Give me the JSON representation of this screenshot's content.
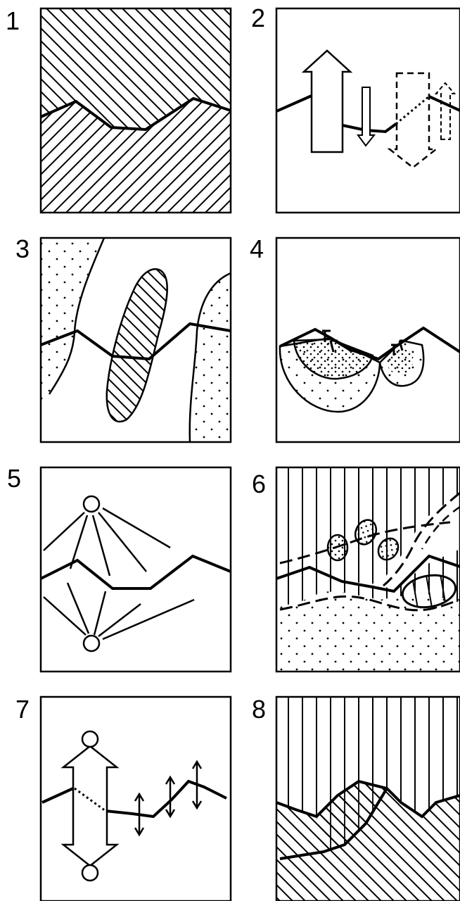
{
  "panels": [
    {
      "number": "1"
    },
    {
      "number": "2"
    },
    {
      "number": "3"
    },
    {
      "number": "4"
    },
    {
      "number": "5"
    },
    {
      "number": "6"
    },
    {
      "number": "7"
    },
    {
      "number": "8"
    }
  ]
}
